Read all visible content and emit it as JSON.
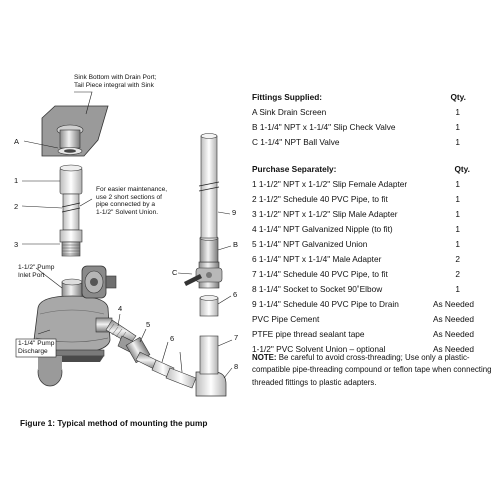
{
  "diagram": {
    "labels": {
      "sink_bottom": "Sink Bottom with Drain Port;\nTail Piece integral with Sink",
      "easier_maintenance": "For easier maintenance,\nuse 2 short sections of\npipe connected by a\n1-1/2\" Solvent Union.",
      "inlet_port": "1-1/2\" Pump\nInlet Port",
      "pump_discharge": "1-1/4\" Pump\nDischarge"
    },
    "callouts": {
      "a": "A",
      "one": "1",
      "two": "2",
      "three": "3",
      "four": "4",
      "five": "5",
      "six_left": "6",
      "nine": "9",
      "b": "B",
      "c": "C",
      "six_right": "6",
      "seven": "7",
      "eight": "8"
    }
  },
  "fittings": {
    "header": "Fittings Supplied:",
    "qty_header": "Qty.",
    "items": [
      {
        "text": "A Sink Drain Screen",
        "qty": "1"
      },
      {
        "text": "B 1-1/4\" NPT x 1-1/4\" Slip Check Valve",
        "qty": "1"
      },
      {
        "text": "C 1-1/4\" NPT Ball Valve",
        "qty": "1"
      }
    ]
  },
  "purchase": {
    "header": "Purchase Separately:",
    "qty_header": "Qty.",
    "items": [
      {
        "text": "1 1-1/2\" NPT x 1-1/2\" Slip Female Adapter",
        "qty": "1"
      },
      {
        "text": "2 1-1/2\" Schedule 40 PVC Pipe, to fit",
        "qty": "1"
      },
      {
        "text": "3 1-1/2\" NPT x 1-1/2\" Slip Male Adapter",
        "qty": "1"
      },
      {
        "text": "4 1-1/4\" NPT Galvanized Nipple (to fit)",
        "qty": "1"
      },
      {
        "text": "5 1-1/4\" NPT Galvanized Union",
        "qty": "1"
      },
      {
        "text": "6 1-1/4\" NPT x 1-1/4\" Male Adapter",
        "qty": "2"
      },
      {
        "text": "7 1-1/4\" Schedule 40 PVC Pipe, to fit",
        "qty": "2"
      },
      {
        "text": "8 1-1/4\" Socket to Socket 90˚Elbow",
        "qty": "1"
      },
      {
        "text": "9 1-1/4\" Schedule 40 PVC Pipe to Drain",
        "qty": "As Needed"
      },
      {
        "text": "PVC Pipe Cement",
        "qty": "As Needed"
      },
      {
        "text": "PTFE pipe thread sealant tape",
        "qty": "As Needed"
      },
      {
        "text": "1-1/2\" PVC Solvent Union – optional",
        "qty": "As Needed"
      }
    ]
  },
  "note": {
    "label": "NOTE:",
    "text": " Be careful to avoid cross-threading; Use only a plastic-compatible pipe-threading compound or teflon tape when connecting threaded fittings to plastic adapters."
  },
  "caption": "Figure 1: Typical method of mounting the pump"
}
